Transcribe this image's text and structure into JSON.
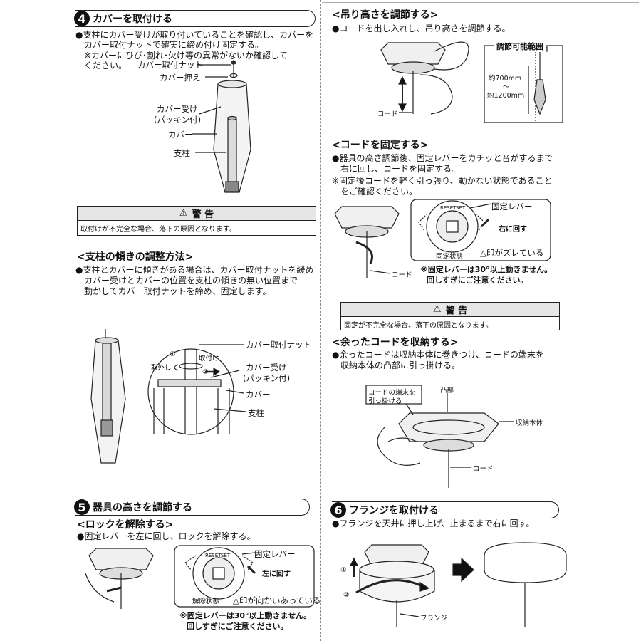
{
  "s4": {
    "num": "4",
    "title": "カバーを取付ける",
    "text1": "●支柱にカバー受けが取り付いていることを確認し、カバーを",
    "text2": "カバー取付ナットで確実に締め付け固定する。",
    "text3": "※カバーにひび･割れ･欠け等の異常がないか確認して",
    "text4": "ください。",
    "labels": {
      "nut": "カバー取付ナット",
      "osae": "カバー押え",
      "uke1": "カバー受け",
      "uke2": "(パッキン付)",
      "cover": "カバー",
      "pole": "支柱"
    },
    "warning": {
      "title": "警 告",
      "body": "取付けが不完全な場合、落下の原因となります。"
    }
  },
  "tilt": {
    "title": "<支柱の傾きの調整方法>",
    "text1": "●支柱とカバーに傾きがある場合は、カバー取付ナットを緩め",
    "text2": "カバー受けとカバーの位置を支柱の傾きの無い位置まで",
    "text3": "動かしてカバー取付ナットを締め、固定します。",
    "labels": {
      "nut": "カバー取付ナット",
      "uke1": "カバー受け",
      "uke2": "(パッキン付)",
      "cover": "カバー",
      "pole": "支柱",
      "remove": "取外し",
      "attach": "取付け",
      "n1": "①",
      "n2": "②"
    }
  },
  "s5": {
    "num": "5",
    "title": "器具の高さを調節する",
    "sub": "<ロックを解除する>",
    "text1": "●固定レバーを左に回し、ロックを解除する。",
    "labels": {
      "lever": "固定レバー",
      "turn_left": "左に回す",
      "released": "解除状態",
      "facing": "△印が向かいあっている",
      "reset": "RESET",
      "set": "SET"
    },
    "note1": "※固定レバーは30°以上動きません。",
    "note2": "回しすぎにご注意ください。"
  },
  "hang": {
    "title": "<吊り高さを調節する>",
    "text1": "●コードを出し入れし、吊り高さを調節する。",
    "range_title": "調節可能範囲",
    "range1": "約700mm",
    "range2": "〜",
    "range3": "約1200mm",
    "cord": "コード"
  },
  "fix": {
    "title": "<コードを固定する>",
    "text1": "●器具の高さ調節後、固定レバーをカチッと音がするまで",
    "text2": "右に回し、コードを固定する。",
    "text3": "※固定後コードを軽く引っ張り、動かない状態であること",
    "text4": "をご確認ください。",
    "labels": {
      "lever": "固定レバー",
      "turn_right": "右に回す",
      "fixed": "固定状態",
      "shifted": "△印がズレている",
      "cord": "コード",
      "reset": "RESET",
      "set": "SET"
    },
    "note1": "※固定レバーは30°以上動きません。",
    "note2": "回しすぎにご注意ください。",
    "warning": {
      "title": "警 告",
      "body": "固定が不完全な場合、落下の原因となります。"
    }
  },
  "store": {
    "title": "<余ったコードを収納する>",
    "text1": "●余ったコードは収納本体に巻きつけ、コードの端末を",
    "text2": "収納本体の凸部に引っ掛ける。",
    "labels": {
      "end1": "コードの端末を",
      "end2": "引っ掛ける",
      "convex": "凸部",
      "body": "収納本体",
      "cord": "コード"
    }
  },
  "s6": {
    "num": "6",
    "title": "フランジを取付ける",
    "text1": "●フランジを天井に押し上げ、止まるまで右に回す。",
    "labels": {
      "n1": "①",
      "n2": "②",
      "flange": "フランジ"
    }
  }
}
